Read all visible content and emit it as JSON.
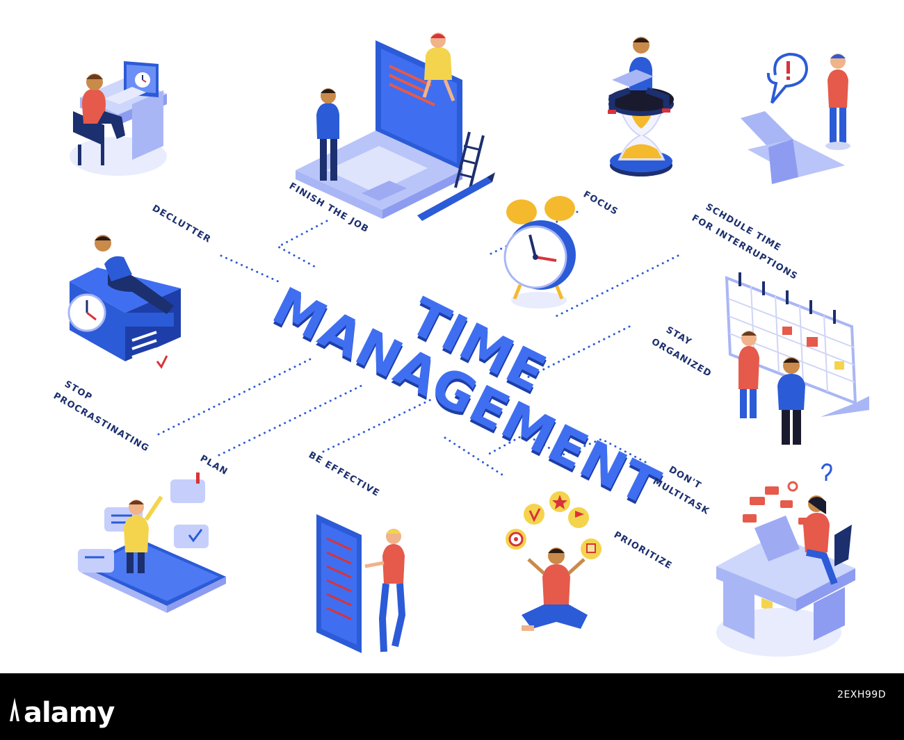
{
  "diagram": {
    "title_line1": "TIME",
    "title_line2": "MANAGEMENT",
    "labels": {
      "declutter": "DECLUTTER",
      "finish_job": "FINISH THE JOB",
      "focus": "FOCUS",
      "interruptions_line1": "SCHDULE TIME",
      "interruptions_line2": "FOR INTERRUPTIONS",
      "stop_line1": "STOP",
      "stop_line2": "PROCRASTINATING",
      "stay_line1": "STAY",
      "stay_line2": "ORGANIZED",
      "plan": "PLAN",
      "be_effective": "BE EFFECTIVE",
      "multitask_line1": "DON'T",
      "multitask_line2": "MULTITASK",
      "prioritize": "PRIORITIZE"
    }
  },
  "footer": {
    "brand": "alamy",
    "image_id": "2EXH99D"
  },
  "colors": {
    "accent_blue": "#2b5bd7",
    "title_face": "#3f6ff0",
    "label_text": "#1c2f6e",
    "lavender": "#a9b6f5",
    "hourglass_sand": "#f4b92d"
  }
}
